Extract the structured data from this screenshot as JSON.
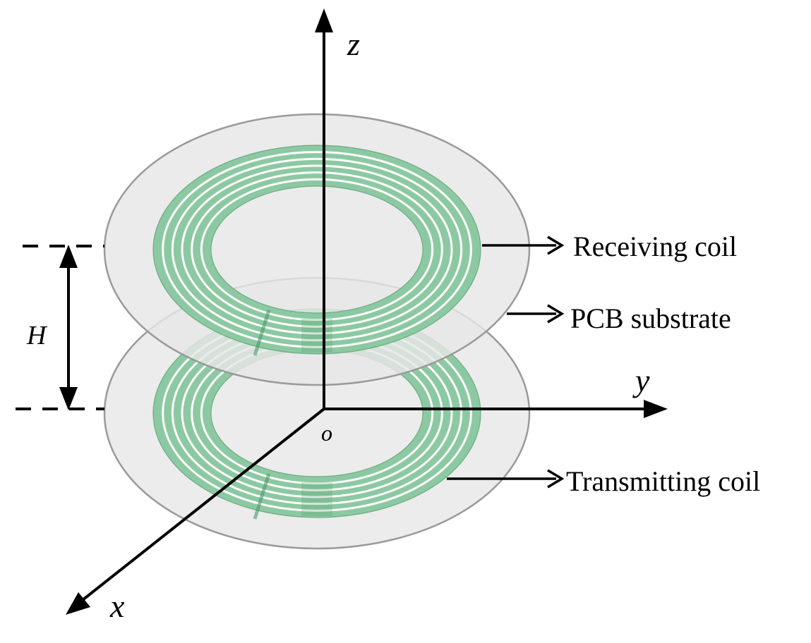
{
  "axes": {
    "x": "x",
    "y": "y",
    "z": "z",
    "origin": "o"
  },
  "dimension": {
    "label": "H"
  },
  "callouts": {
    "receiving": "Receiving coil",
    "pcb": "PCB substrate",
    "transmitting": "Transmitting coil"
  },
  "colors": {
    "coil": "#8cc9a2",
    "coil_stripe": "#ffffff",
    "coil_dark": "#4f9a6a",
    "substrate": "#e9e9e9",
    "substrate_edge": "#9a9a9a",
    "ink": "#000000"
  },
  "coil_turns": 6
}
